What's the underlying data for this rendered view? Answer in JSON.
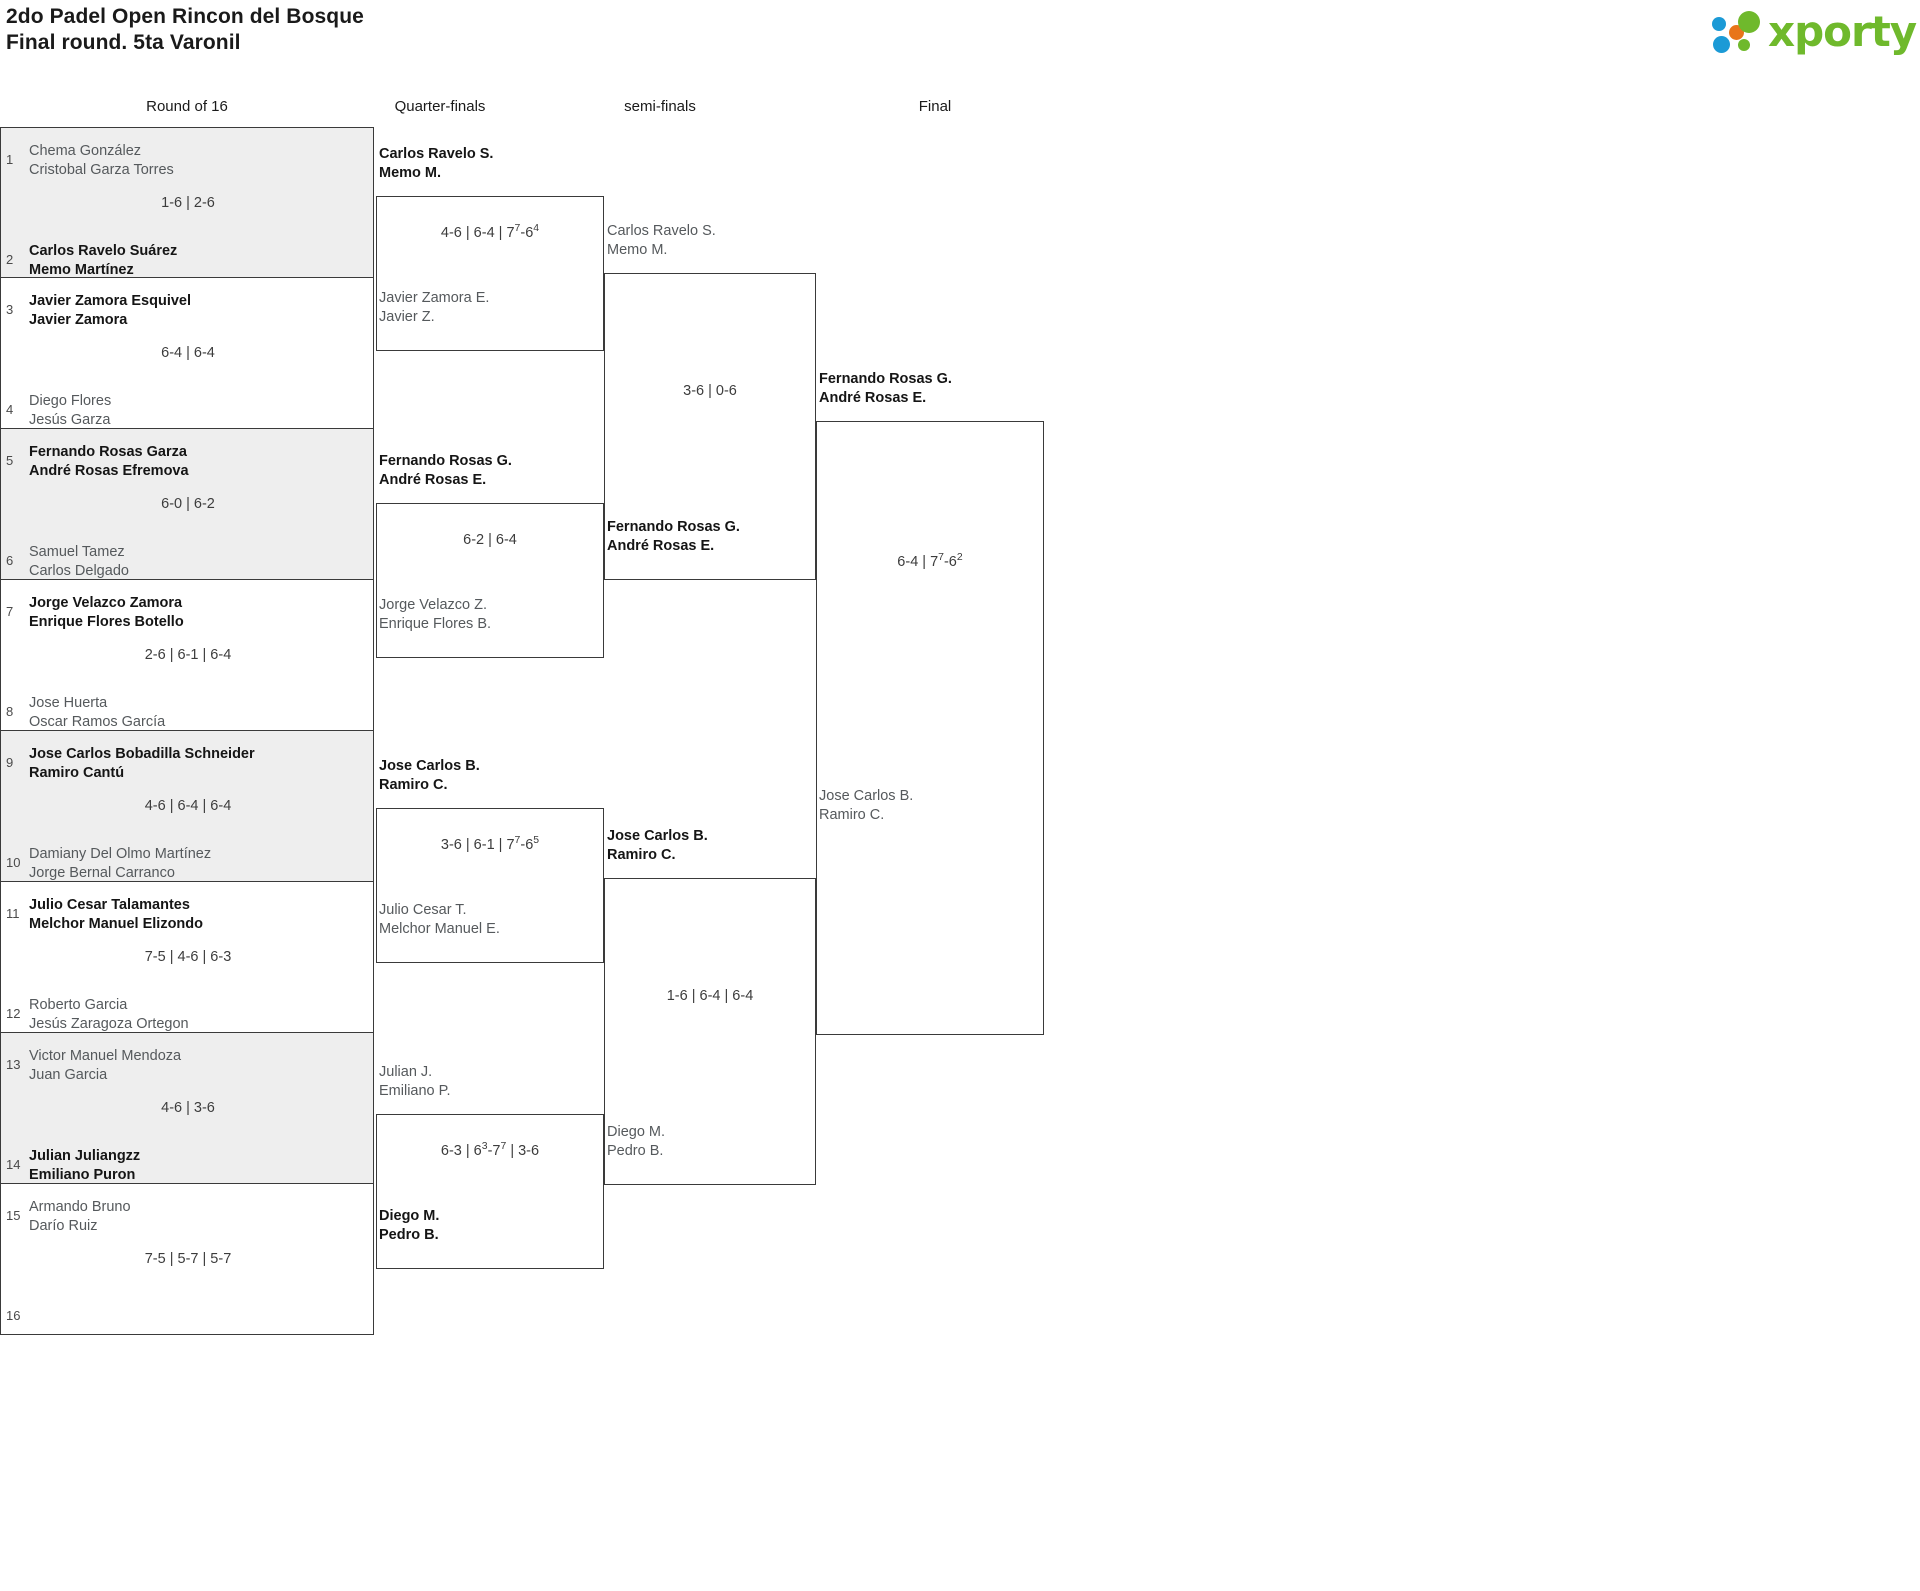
{
  "header": {
    "title_line1": "2do Padel Open Rincon del Bosque",
    "title_line2": "Final round. 5ta Varonil",
    "logo_text": "xporty",
    "logo_colors": {
      "green": "#6fb92c",
      "blue": "#1b9ad6",
      "orange": "#e8751a"
    }
  },
  "rounds": [
    {
      "label": "Round of 16"
    },
    {
      "label": "Quarter-finals"
    },
    {
      "label": "semi-finals"
    },
    {
      "label": "Final"
    }
  ],
  "round_of_16": [
    {
      "seed_top": "1",
      "seed_bottom": "2",
      "top_p1": "Chema González",
      "top_p2": "Cristobal Garza Torres",
      "top_winner": false,
      "bot_p1": "Carlos Ravelo Suárez",
      "bot_p2": "Memo Martínez",
      "bot_winner": true,
      "score": "1-6 | 2-6"
    },
    {
      "seed_top": "3",
      "seed_bottom": "4",
      "top_p1": "Javier Zamora Esquivel",
      "top_p2": "Javier Zamora",
      "top_winner": true,
      "bot_p1": "Diego Flores",
      "bot_p2": "Jesús Garza",
      "bot_winner": false,
      "score": "6-4 | 6-4"
    },
    {
      "seed_top": "5",
      "seed_bottom": "6",
      "top_p1": "Fernando Rosas Garza",
      "top_p2": "André Rosas Efremova",
      "top_winner": true,
      "bot_p1": "Samuel Tamez",
      "bot_p2": "Carlos Delgado",
      "bot_winner": false,
      "score": "6-0 | 6-2"
    },
    {
      "seed_top": "7",
      "seed_bottom": "8",
      "top_p1": "Jorge Velazco Zamora",
      "top_p2": "Enrique Flores Botello",
      "top_winner": true,
      "bot_p1": "Jose Huerta",
      "bot_p2": "Oscar Ramos García",
      "bot_winner": false,
      "score": "2-6 | 6-1 | 6-4"
    },
    {
      "seed_top": "9",
      "seed_bottom": "10",
      "top_p1": "Jose Carlos Bobadilla Schneider",
      "top_p2": "Ramiro Cantú",
      "top_winner": true,
      "bot_p1": "Damiany Del Olmo Martínez",
      "bot_p2": "Jorge Bernal Carranco",
      "bot_winner": false,
      "score": "4-6 | 6-4 | 6-4"
    },
    {
      "seed_top": "11",
      "seed_bottom": "12",
      "top_p1": "Julio Cesar Talamantes",
      "top_p2": "Melchor Manuel Elizondo",
      "top_winner": true,
      "bot_p1": "Roberto Garcia",
      "bot_p2": "Jesús Zaragoza Ortegon",
      "bot_winner": false,
      "score": "7-5 | 4-6 | 6-3"
    },
    {
      "seed_top": "13",
      "seed_bottom": "14",
      "top_p1": "Victor Manuel Mendoza",
      "top_p2": "Juan Garcia",
      "top_winner": false,
      "bot_p1": "Julian Juliangzz",
      "bot_p2": "Emiliano Puron",
      "bot_winner": true,
      "score": "4-6 | 3-6"
    },
    {
      "seed_top": "15",
      "seed_bottom": "16",
      "top_p1": "Armando Bruno",
      "top_p2": "Darío Ruiz",
      "top_winner": false,
      "bot_p1": "",
      "bot_p2": "",
      "bot_winner": false,
      "score": "7-5 | 5-7 | 5-7"
    }
  ],
  "quarter_finals": [
    {
      "top_p1": "Carlos Ravelo S.",
      "top_p2": "Memo M.",
      "top_winner": true,
      "bot_p1": "Javier Zamora E.",
      "bot_p2": "Javier Z.",
      "bot_winner": false,
      "score_parts": [
        {
          "main": "4-6 | 6-4 | 7",
          "sup": "7"
        },
        {
          "main": "-6",
          "sup": "4"
        }
      ],
      "score_plain": "4-6 | 6-4 | 7(7)-6(4)"
    },
    {
      "top_p1": "Fernando Rosas G.",
      "top_p2": "André Rosas E.",
      "top_winner": true,
      "bot_p1": "Jorge Velazco Z.",
      "bot_p2": "Enrique Flores B.",
      "bot_winner": false,
      "score_parts": [
        {
          "main": "6-2 | 6-4",
          "sup": ""
        }
      ],
      "score_plain": "6-2 | 6-4"
    },
    {
      "top_p1": "Jose Carlos B.",
      "top_p2": "Ramiro C.",
      "top_winner": true,
      "bot_p1": "Julio Cesar T.",
      "bot_p2": "Melchor Manuel E.",
      "bot_winner": false,
      "score_parts": [
        {
          "main": "3-6 | 6-1 | 7",
          "sup": "7"
        },
        {
          "main": "-6",
          "sup": "5"
        }
      ],
      "score_plain": "3-6 | 6-1 | 7(7)-6(5)"
    },
    {
      "top_p1": "Julian J.",
      "top_p2": "Emiliano P.",
      "top_winner": false,
      "bot_p1": "Diego M.",
      "bot_p2": "Pedro B.",
      "bot_winner": true,
      "score_parts": [
        {
          "main": "6-3 | 6",
          "sup": "3"
        },
        {
          "main": "-7",
          "sup": "7"
        },
        {
          "main": " | 3-6",
          "sup": ""
        }
      ],
      "score_plain": "6-3 | 6(3)-7(7) | 3-6"
    }
  ],
  "semi_finals": [
    {
      "top_p1": "Carlos Ravelo S.",
      "top_p2": "Memo M.",
      "top_winner": false,
      "bot_p1": "Fernando Rosas G.",
      "bot_p2": "André Rosas E.",
      "bot_winner": true,
      "score_parts": [
        {
          "main": "3-6 | 0-6",
          "sup": ""
        }
      ],
      "score_plain": "3-6 | 0-6"
    },
    {
      "top_p1": "Jose Carlos B.",
      "top_p2": "Ramiro C.",
      "top_winner": true,
      "bot_p1": "Diego M.",
      "bot_p2": "Pedro B.",
      "bot_winner": false,
      "score_parts": [
        {
          "main": "1-6 | 6-4 | 6-4",
          "sup": ""
        }
      ],
      "score_plain": "1-6 | 6-4 | 6-4"
    }
  ],
  "final": {
    "top_p1": "Fernando Rosas G.",
    "top_p2": "André Rosas E.",
    "top_winner": true,
    "bot_p1": "Jose Carlos B.",
    "bot_p2": "Ramiro C.",
    "bot_winner": false,
    "score_parts": [
      {
        "main": "6-4 | 7",
        "sup": "7"
      },
      {
        "main": "-6",
        "sup": "2"
      }
    ],
    "score_plain": "6-4 | 7(7)-6(2)"
  }
}
